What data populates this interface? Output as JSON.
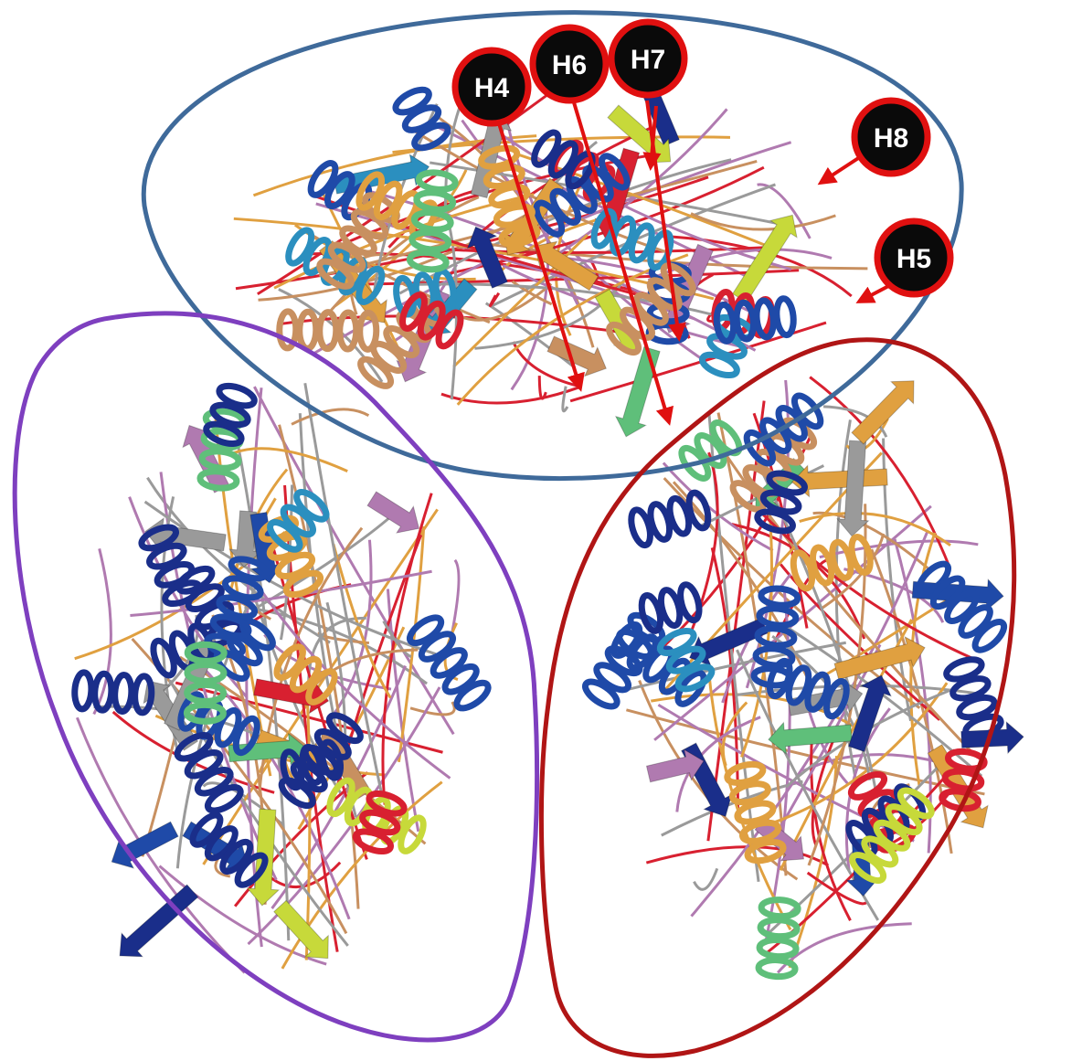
{
  "figure": {
    "labels": [
      "H4",
      "H6",
      "H7",
      "H8",
      "H5"
    ],
    "subunit_outline_colors": {
      "top": "#3f6a9a",
      "left": "#7e3fbf",
      "right": "#b01515"
    },
    "badge_colors": {
      "fill": "#0a0a0a",
      "ring": "#e01010",
      "text": "#ffffff"
    },
    "arrow_color": "#e01010",
    "ribbon_palette": [
      "#1a2e8a",
      "#1f4aa8",
      "#2b8fbf",
      "#5fbf7a",
      "#c7d93a",
      "#e0a040",
      "#c89060",
      "#d82030",
      "#9a9a9a",
      "#b07ab0"
    ]
  }
}
